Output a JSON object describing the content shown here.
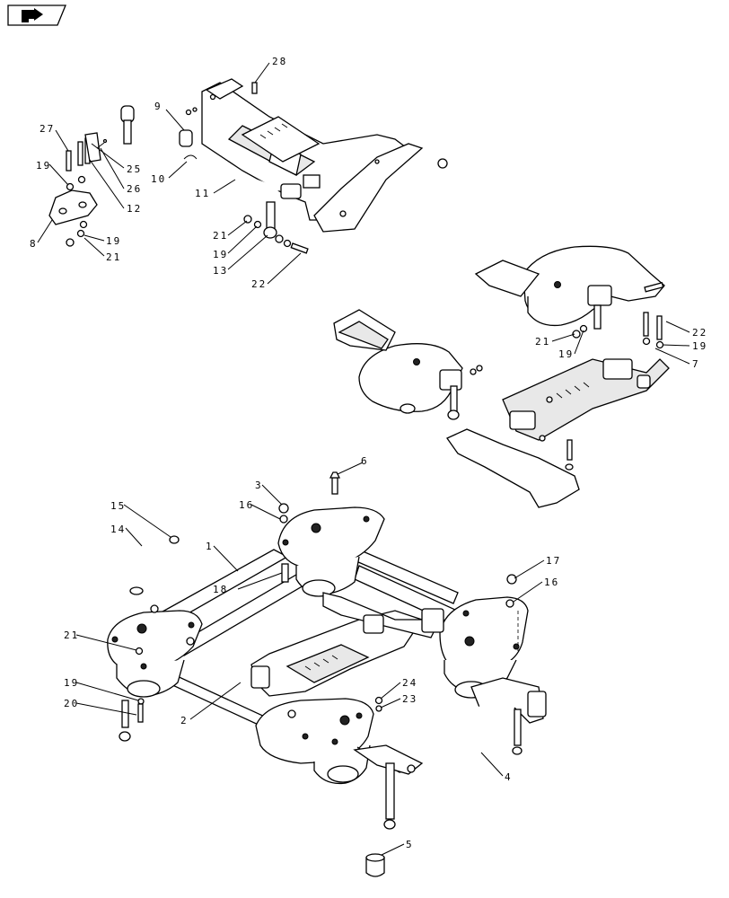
{
  "diagram": {
    "callouts": [
      {
        "id": "c28a",
        "text": "28"
      },
      {
        "id": "c9",
        "text": "9"
      },
      {
        "id": "c27",
        "text": "27"
      },
      {
        "id": "c25",
        "text": "25"
      },
      {
        "id": "c19a",
        "text": "19"
      },
      {
        "id": "c10",
        "text": "10"
      },
      {
        "id": "c26",
        "text": "26"
      },
      {
        "id": "c11",
        "text": "11"
      },
      {
        "id": "c12",
        "text": "12"
      },
      {
        "id": "c8",
        "text": "8"
      },
      {
        "id": "c19b",
        "text": "19"
      },
      {
        "id": "c21a",
        "text": "21"
      },
      {
        "id": "c21b",
        "text": "21"
      },
      {
        "id": "c19c",
        "text": "19"
      },
      {
        "id": "c13",
        "text": "13"
      },
      {
        "id": "c22a",
        "text": "22"
      },
      {
        "id": "c22b",
        "text": "22"
      },
      {
        "id": "c21c",
        "text": "21"
      },
      {
        "id": "c19d",
        "text": "19"
      },
      {
        "id": "c19e",
        "text": "19"
      },
      {
        "id": "c7",
        "text": "7"
      },
      {
        "id": "c6",
        "text": "6"
      },
      {
        "id": "c3",
        "text": "3"
      },
      {
        "id": "c16a",
        "text": "16"
      },
      {
        "id": "c15",
        "text": "15"
      },
      {
        "id": "c14",
        "text": "14"
      },
      {
        "id": "c1",
        "text": "1"
      },
      {
        "id": "c18",
        "text": "18"
      },
      {
        "id": "c17",
        "text": "17"
      },
      {
        "id": "c16b",
        "text": "16"
      },
      {
        "id": "c21d",
        "text": "21"
      },
      {
        "id": "c19f",
        "text": "19"
      },
      {
        "id": "c20",
        "text": "20"
      },
      {
        "id": "c24",
        "text": "24"
      },
      {
        "id": "c23",
        "text": "23"
      },
      {
        "id": "c2",
        "text": "2"
      },
      {
        "id": "c4",
        "text": "4"
      },
      {
        "id": "c5",
        "text": "5"
      }
    ]
  }
}
